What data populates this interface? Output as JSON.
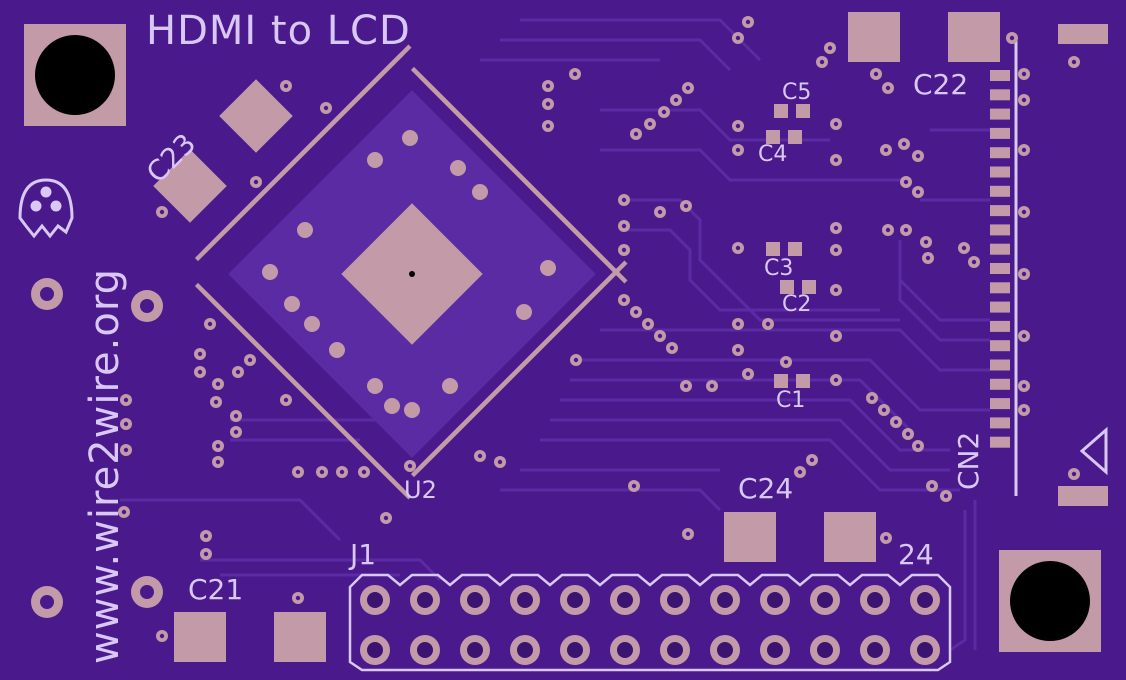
{
  "board": {
    "title": "HDMI to LCD",
    "url": "www.wire2wire.org",
    "colors": {
      "board": "#4a1a8c",
      "trace": "#5a2ba3",
      "copper": "#c29aa8",
      "silkscreen": "#d9c8f5",
      "hole": "#000000"
    },
    "labels": {
      "u2": "U2",
      "j1": "J1",
      "pin24": "24",
      "c1": "C1",
      "c2": "C2",
      "c3": "C3",
      "c4": "C4",
      "c5": "C5",
      "c21": "C21",
      "c22": "C22",
      "c23": "C23",
      "c24": "C24",
      "cn2": "CN2"
    },
    "logo_icon": "skull-logo-icon",
    "header_pins": 24,
    "lcd_connector_pads": 20
  }
}
